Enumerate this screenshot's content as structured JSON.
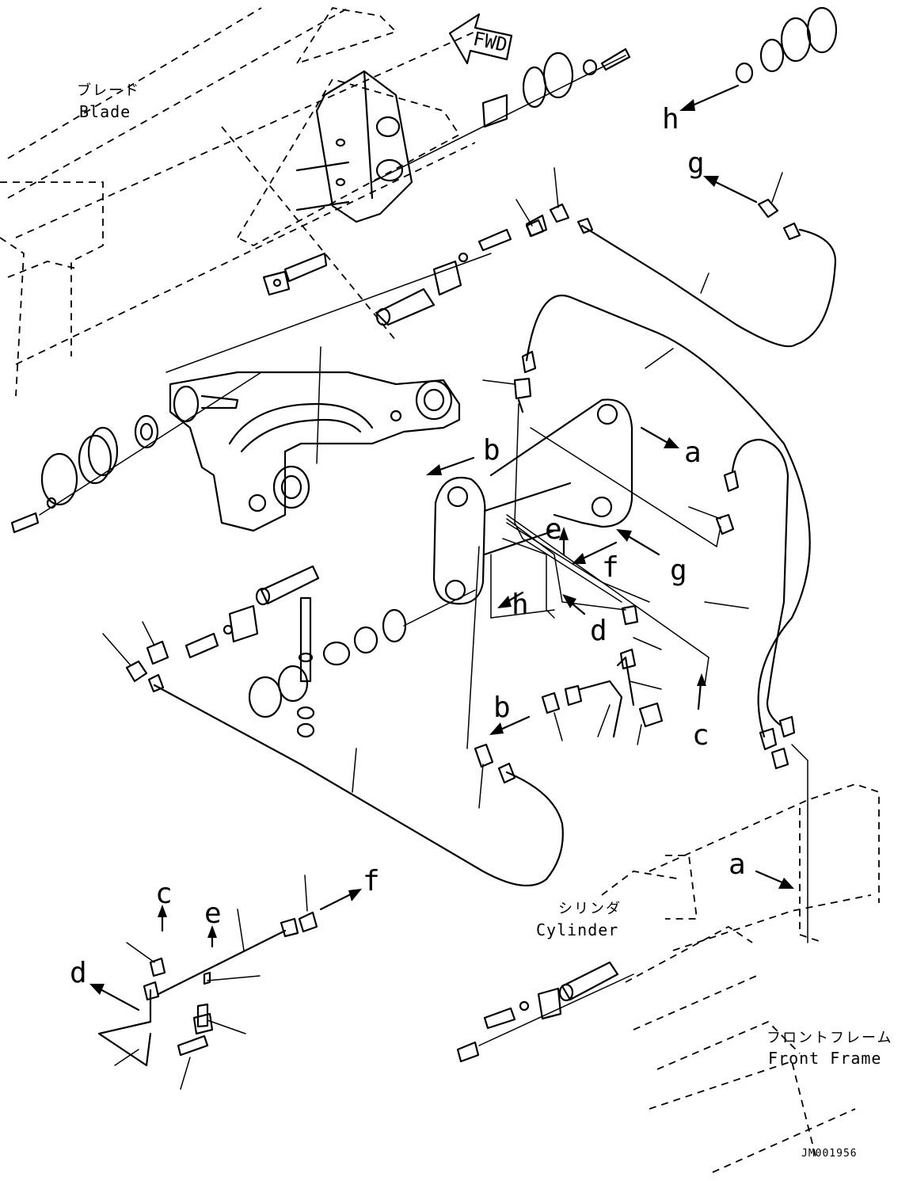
{
  "callouts": {
    "a1": "a",
    "a2": "a",
    "b1": "b",
    "b2": "b",
    "c1": "c",
    "c2": "c",
    "d1": "d",
    "d2": "d",
    "e1": "e",
    "e2": "e",
    "f1": "f",
    "f2": "f",
    "g1": "g",
    "g2": "g",
    "h1": "h",
    "h2": "h"
  },
  "parts": {
    "blade_jp": "ブレード",
    "blade_en": "Blade",
    "cylinder_jp": "シリンダ",
    "cylinder_en": "Cylinder",
    "front_frame_jp": "フロントフレーム",
    "front_frame_en": "Front Frame"
  },
  "direction": {
    "label": "FWD"
  },
  "drawing_code": "JM001956"
}
